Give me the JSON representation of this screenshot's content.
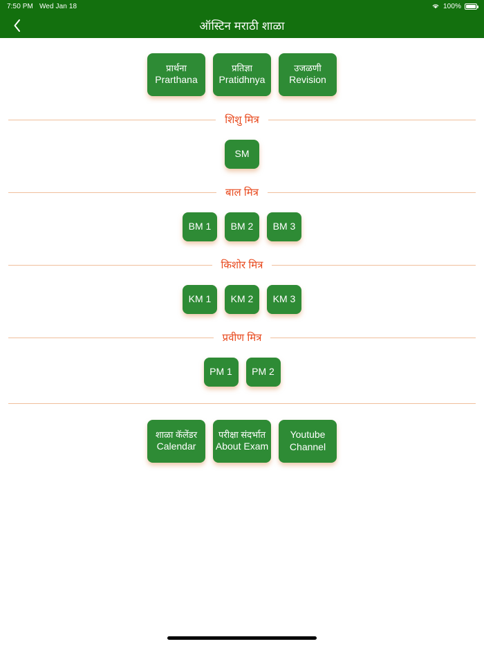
{
  "status_bar": {
    "time": "7:50 PM",
    "date": "Wed Jan 18",
    "battery_percent": "100%",
    "wifi_icon": "wifi-icon",
    "battery_icon": "battery-full-icon"
  },
  "nav": {
    "back_icon": "chevron-left-icon",
    "title": "ऑस्टिन मराठी शाळा"
  },
  "colors": {
    "header_green": "#13700E",
    "tile_green": "#2E8B35",
    "section_orange": "#E8491D",
    "divider_peach": "#F0BE9B",
    "background": "#FFFFFF"
  },
  "top_row": [
    {
      "marathi": "प्रार्थना",
      "english": "Prarthana"
    },
    {
      "marathi": "प्रतिज्ञा",
      "english": "Pratidhnya"
    },
    {
      "marathi": "उजळणी",
      "english": "Revision"
    }
  ],
  "sections": [
    {
      "title": "शिशु मित्र",
      "tiles": [
        {
          "label": "SM"
        }
      ]
    },
    {
      "title": "बाल मित्र",
      "tiles": [
        {
          "label": "BM 1"
        },
        {
          "label": "BM 2"
        },
        {
          "label": "BM 3"
        }
      ]
    },
    {
      "title": "किशोर मित्र",
      "tiles": [
        {
          "label": "KM 1"
        },
        {
          "label": "KM 2"
        },
        {
          "label": "KM 3"
        }
      ]
    },
    {
      "title": "प्रवीण मित्र",
      "tiles": [
        {
          "label": "PM 1"
        },
        {
          "label": "PM 2"
        }
      ]
    }
  ],
  "bottom_row": [
    {
      "marathi": "शाळा कॅलेंडर",
      "english": "Calendar"
    },
    {
      "marathi": "परीक्षा  संदर्भात",
      "english": "About Exam"
    },
    {
      "marathi": "Youtube",
      "english": "Channel"
    }
  ]
}
